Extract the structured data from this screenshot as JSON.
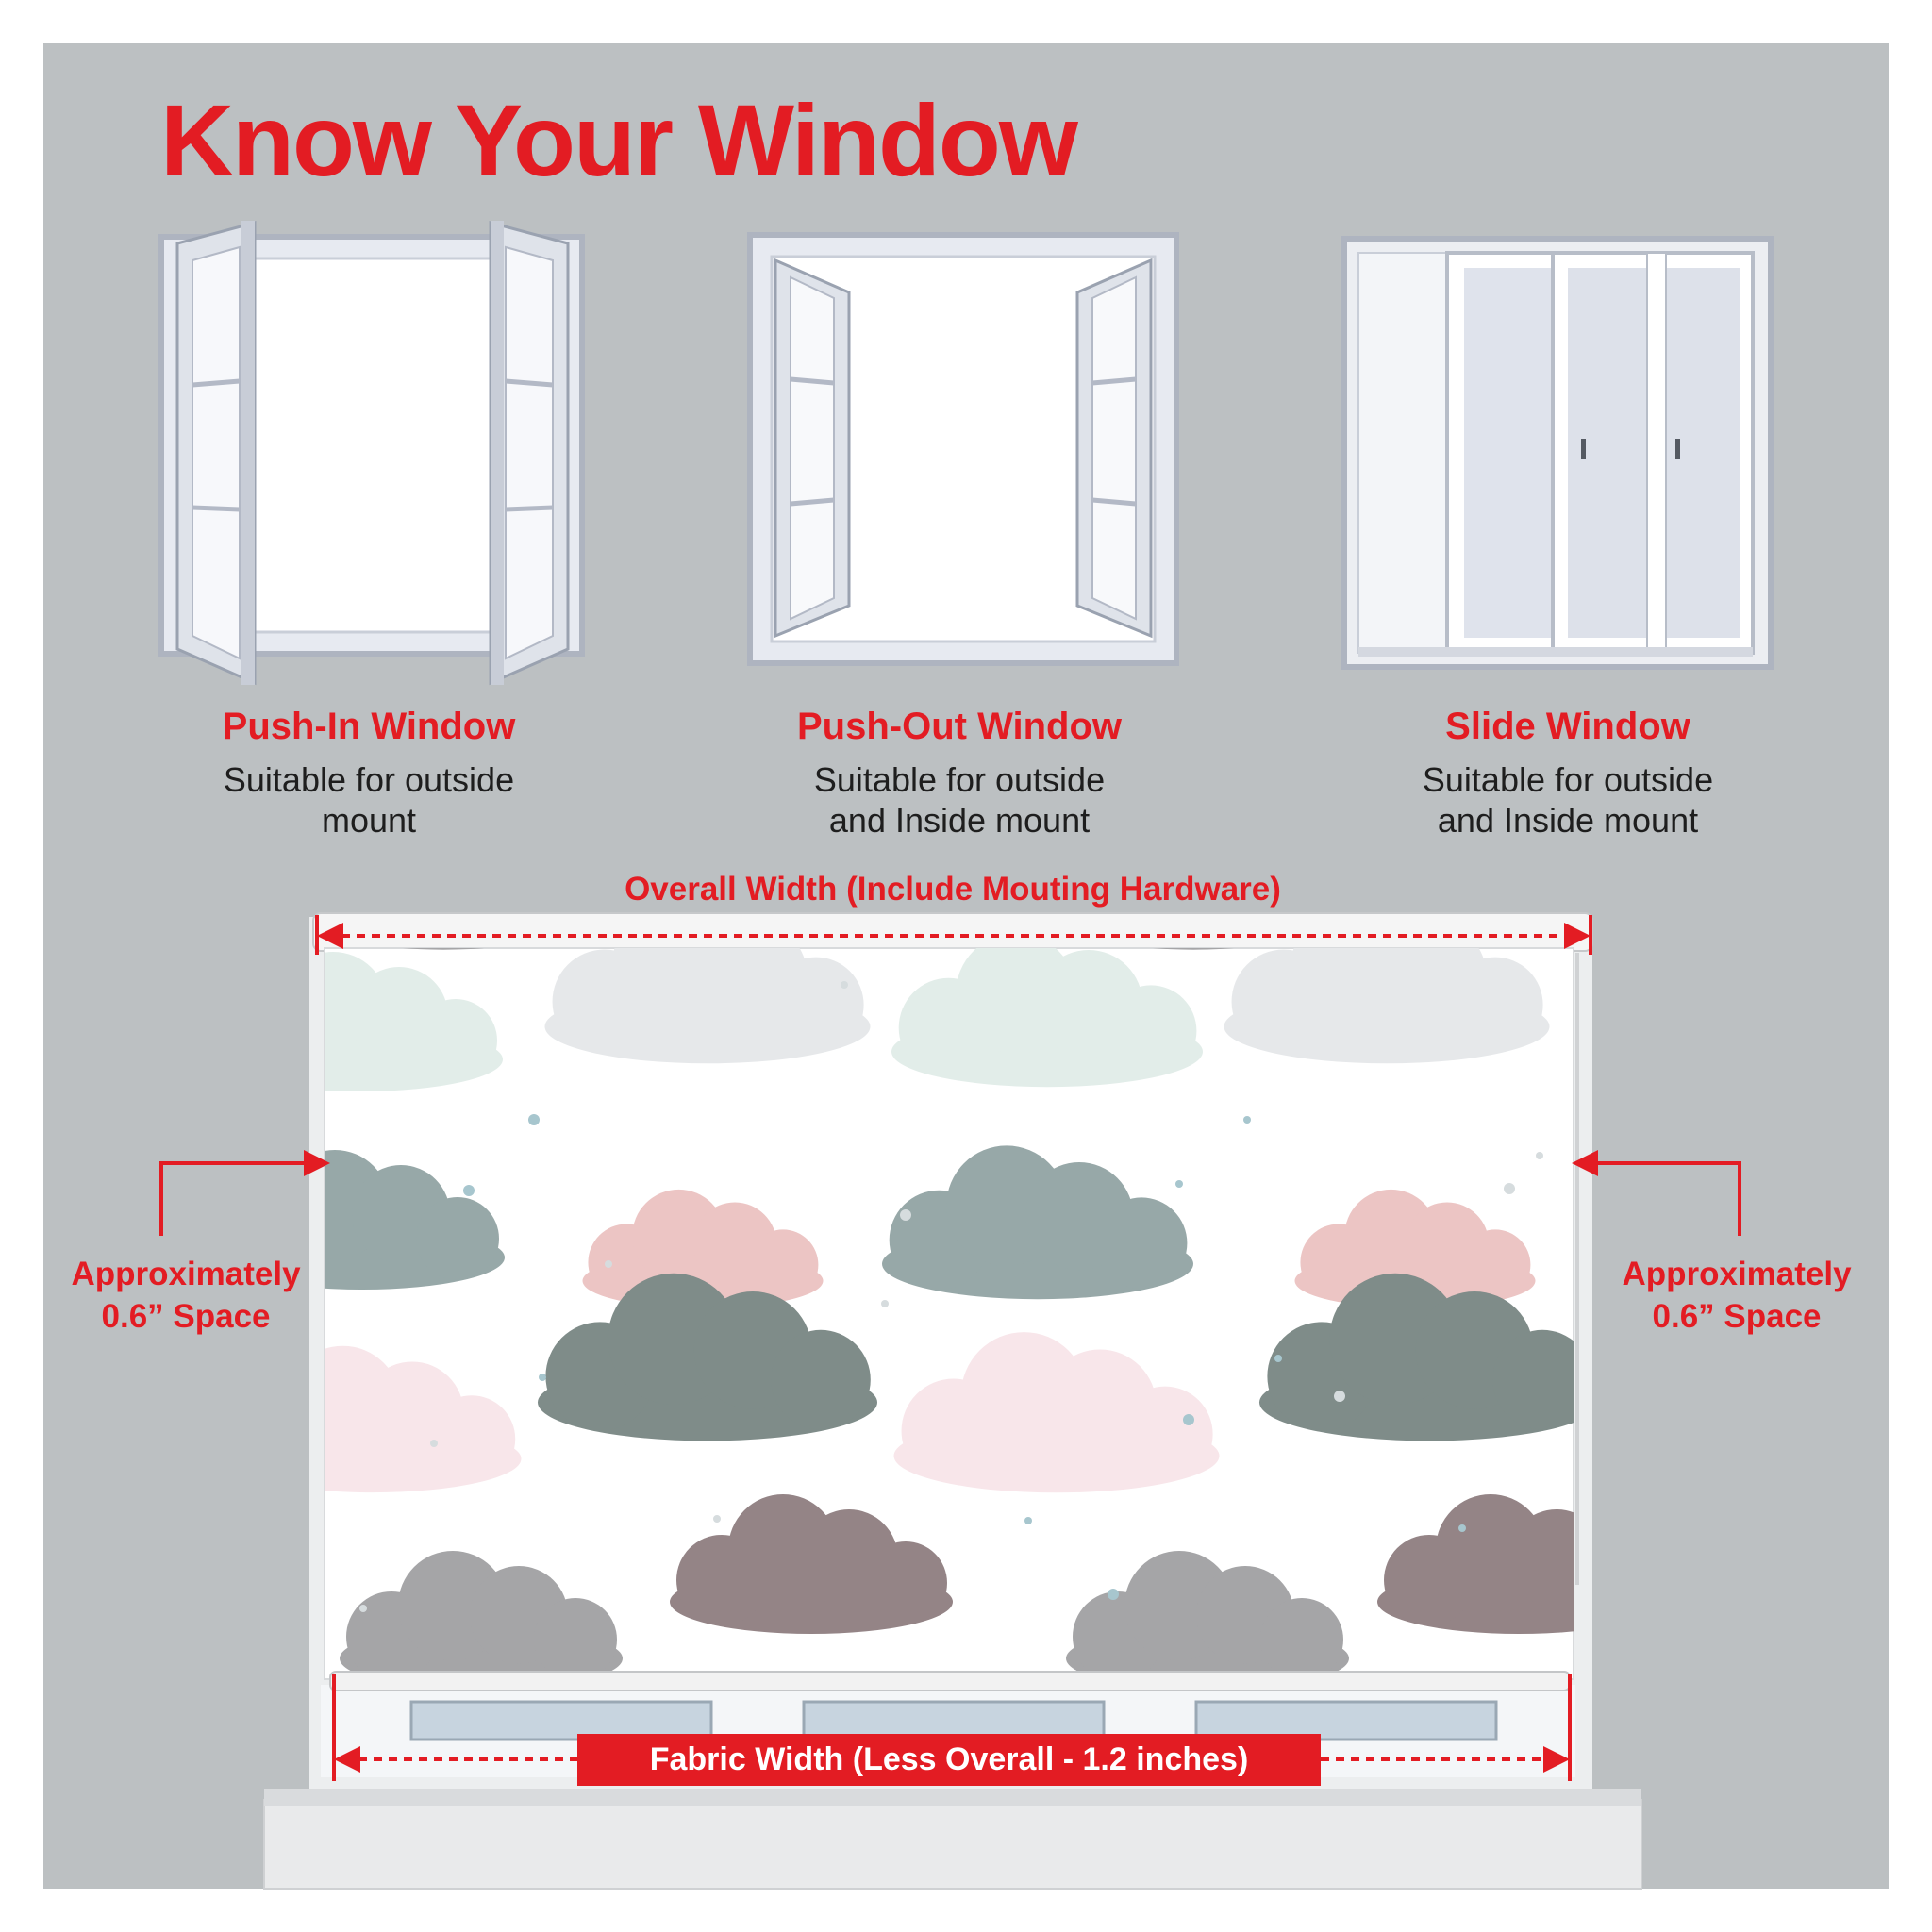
{
  "title": "Know Your Window",
  "windows": [
    {
      "name": "Push-In Window",
      "desc": [
        "Suitable for outside",
        "mount"
      ],
      "icon": "push-in-window-icon"
    },
    {
      "name": "Push-Out Window",
      "desc": [
        "Suitable for outside",
        "and Inside mount"
      ],
      "icon": "push-out-window-icon"
    },
    {
      "name": "Slide Window",
      "desc": [
        "Suitable for outside",
        "and Inside mount"
      ],
      "icon": "slide-window-icon"
    }
  ],
  "measurements": {
    "overall_width": "Overall Width (Include Mouting Hardware)",
    "side_left": [
      "Approximately",
      "0.6” Space"
    ],
    "side_right": [
      "Approximately",
      "0.6” Space"
    ],
    "fabric_width": "Fabric Width (Less Overall - 1.2 inches)"
  },
  "colors": {
    "accent": "#e31c23",
    "panel_bg": "#bcc0c2",
    "text": "#1e1e1e",
    "cloud_sage": "#7f8c89",
    "cloud_blue_grey": "#97a8a8",
    "cloud_light_grey": "#e6e8ea",
    "cloud_mint": "#e2ede9",
    "cloud_pink": "#ecc5c4",
    "cloud_light_pink": "#f8e6ea",
    "cloud_mauve": "#948486",
    "cloud_grey": "#a5a5a7"
  }
}
